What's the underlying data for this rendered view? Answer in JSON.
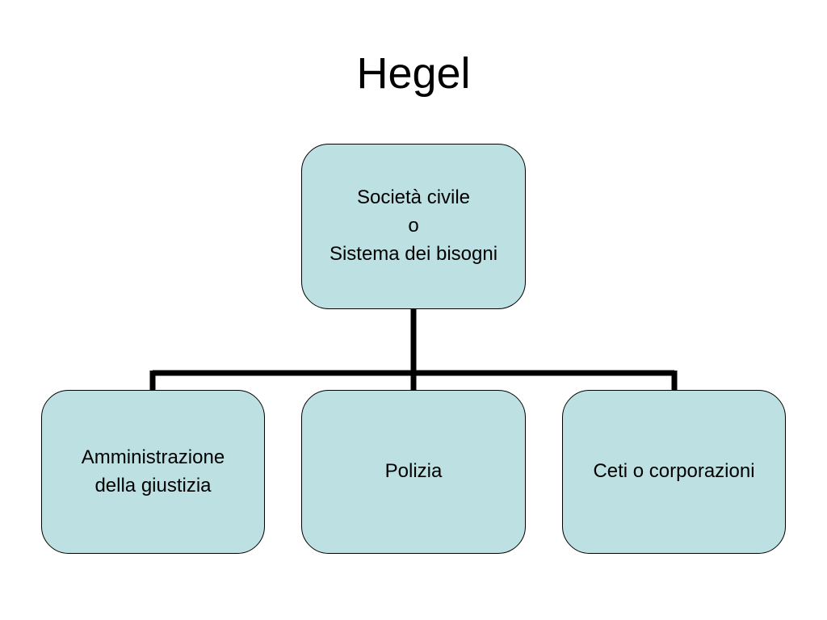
{
  "slide": {
    "title": "Hegel"
  },
  "diagram": {
    "node_fill_color": "#bde0e3",
    "connector_color": "#000000",
    "root": {
      "text": "Società civile\no\nSistema dei bisogni"
    },
    "children": [
      {
        "text": "Amministrazione\ndella giustizia"
      },
      {
        "text": "Polizia"
      },
      {
        "text": "Ceti o corporazioni"
      }
    ]
  }
}
